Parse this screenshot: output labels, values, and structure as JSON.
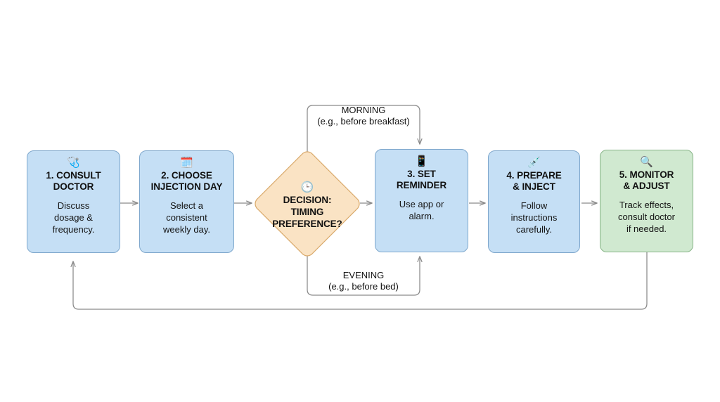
{
  "diagram": {
    "type": "flowchart",
    "background_color": "#ffffff",
    "colors": {
      "process_fill": "#c5dff5",
      "process_border": "#7ea7cc",
      "decision_fill": "#fae3c4",
      "decision_border": "#d9a96a",
      "final_fill": "#d0e9d0",
      "final_border": "#86b386",
      "edge": "#8a8a8a",
      "text": "#111111"
    },
    "nodes": [
      {
        "id": "step1",
        "shape": "process",
        "icon": "stethoscope-icon",
        "icon_glyph": "🩺",
        "title": "1. CONSULT\nDOCTOR",
        "title_lines": [
          "1. CONSULT",
          "DOCTOR"
        ],
        "desc_lines": [
          "Discuss",
          "dosage &",
          "frequency."
        ]
      },
      {
        "id": "step2",
        "shape": "process",
        "icon": "calendar-pencil-icon",
        "icon_glyph": "🗓️",
        "title_lines": [
          "2. CHOOSE",
          "INJECTION DAY"
        ],
        "desc_lines": [
          "Select a",
          "consistent",
          "weekly day."
        ]
      },
      {
        "id": "decision",
        "shape": "diamond",
        "icon": "clock-icon",
        "icon_glyph": "🕒",
        "title_lines": [
          "DECISION:",
          "TIMING",
          "PREFERENCE?"
        ],
        "desc_lines": []
      },
      {
        "id": "step3",
        "shape": "process",
        "icon": "mobile-phone-icon",
        "icon_glyph": "📱",
        "title_lines": [
          "3. SET",
          "REMINDER"
        ],
        "desc_lines": [
          "Use app or",
          "alarm."
        ]
      },
      {
        "id": "step4",
        "shape": "process",
        "icon": "syringe-icon",
        "icon_glyph": "💉",
        "title_lines": [
          "4. PREPARE",
          "& INJECT"
        ],
        "desc_lines": [
          "Follow",
          "instructions",
          "carefully."
        ]
      },
      {
        "id": "step5",
        "shape": "process-final",
        "icon": "magnifying-glass-icon",
        "icon_glyph": "🔍",
        "title_lines": [
          "5. MONITOR",
          "& ADJUST"
        ],
        "desc_lines": [
          "Track effects,",
          "consult doctor",
          "if needed."
        ]
      }
    ],
    "edge_labels": [
      {
        "id": "morning",
        "main": "MORNING",
        "sub": "(e.g., before breakfast)"
      },
      {
        "id": "evening",
        "main": "EVENING",
        "sub": "(e.g., before bed)"
      }
    ],
    "edges": [
      {
        "from": "step1",
        "to": "step2",
        "label": ""
      },
      {
        "from": "step2",
        "to": "decision",
        "label": ""
      },
      {
        "from": "decision",
        "to": "step3",
        "label": "MORNING (e.g., before breakfast)"
      },
      {
        "from": "decision",
        "to": "step3",
        "label": "EVENING (e.g., before bed)"
      },
      {
        "from": "decision",
        "to": "step3",
        "label": ""
      },
      {
        "from": "step3",
        "to": "step4",
        "label": ""
      },
      {
        "from": "step4",
        "to": "step5",
        "label": ""
      },
      {
        "from": "step5",
        "to": "step1",
        "label": ""
      }
    ]
  }
}
